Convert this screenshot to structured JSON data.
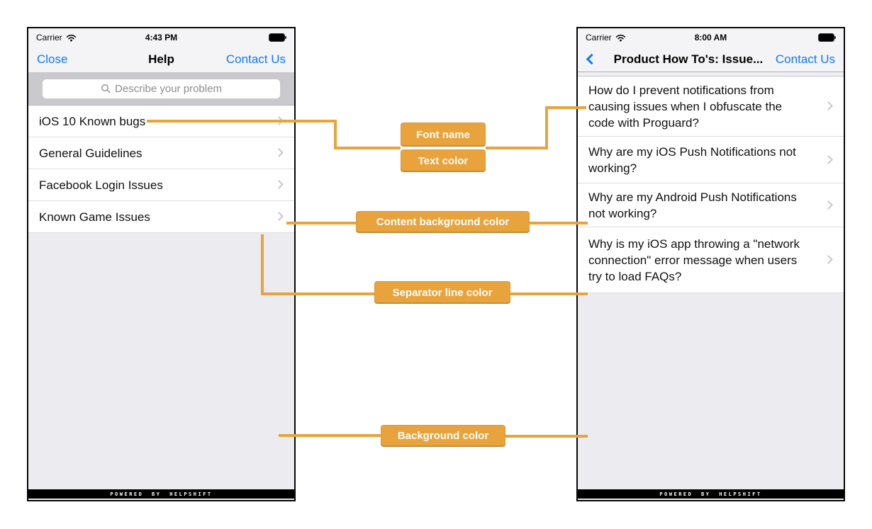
{
  "colors": {
    "accent": "#E8A33C",
    "ios-blue": "#0A7AFF",
    "nav-bg": "#F4F4F6",
    "search-area-bg": "#C9C9CE",
    "content-bg": "#FFFFFF",
    "phone-bg": "#ECECF0",
    "separator": "#DEDEDE",
    "muted": "#8E8E93",
    "chevron": "#C7C7CC",
    "footer-bg": "#000000",
    "text": "#111111"
  },
  "left_phone": {
    "status": {
      "carrier": "Carrier",
      "time": "4:43 PM"
    },
    "nav": {
      "close": "Close",
      "title": "Help",
      "contact": "Contact Us"
    },
    "search": {
      "placeholder": "Describe your problem"
    },
    "rows": [
      "iOS 10 Known bugs",
      "General Guidelines",
      "Facebook Login Issues",
      "Known Game Issues"
    ],
    "footer": "POWERED BY HELPSHIFT"
  },
  "right_phone": {
    "status": {
      "carrier": "Carrier",
      "time": "8:00 AM"
    },
    "nav": {
      "title": "Product How To's: Issue...",
      "contact": "Contact Us"
    },
    "rows": [
      [
        "How do I prevent notifications from",
        "causing issues when I obfuscate the",
        "code with Proguard?"
      ],
      [
        "Why are my iOS Push Notifications not",
        "working?"
      ],
      [
        "Why are my Android Push Notifications",
        "not working?"
      ],
      [
        "Why is my iOS app throwing a \"network",
        "connection\" error message when users",
        "try to load FAQs?"
      ]
    ],
    "footer": "POWERED BY HELPSHIFT"
  },
  "annotations": {
    "font_name": "Font name",
    "text_color": "Text color",
    "content_background": "Content background color",
    "separator_line": "Separator line color",
    "background": "Background color"
  }
}
